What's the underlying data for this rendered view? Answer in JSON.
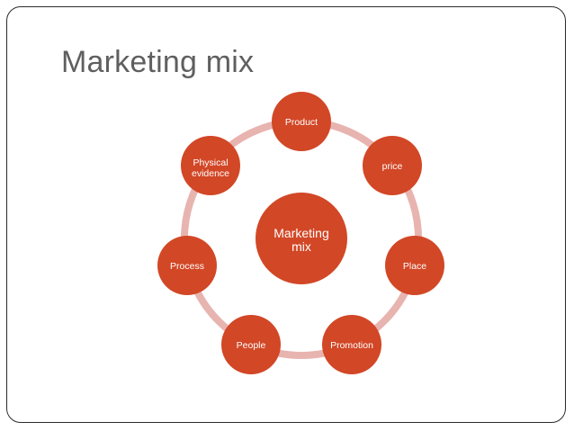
{
  "slide": {
    "title": "Marketing mix"
  },
  "diagram": {
    "center": {
      "label_line1": "Marketing",
      "label_line2": "mix"
    },
    "nodes": [
      {
        "label": "Product"
      },
      {
        "label": "price"
      },
      {
        "label": "Place"
      },
      {
        "label": "Promotion"
      },
      {
        "label": "People"
      },
      {
        "label": "Process"
      },
      {
        "label_line1": "Physical",
        "label_line2": "evidence"
      }
    ]
  },
  "colors": {
    "node_fill": "#d24726",
    "ring": "#e8b4b0",
    "title": "#5f5f5f",
    "frame": "#2b2b2b"
  }
}
